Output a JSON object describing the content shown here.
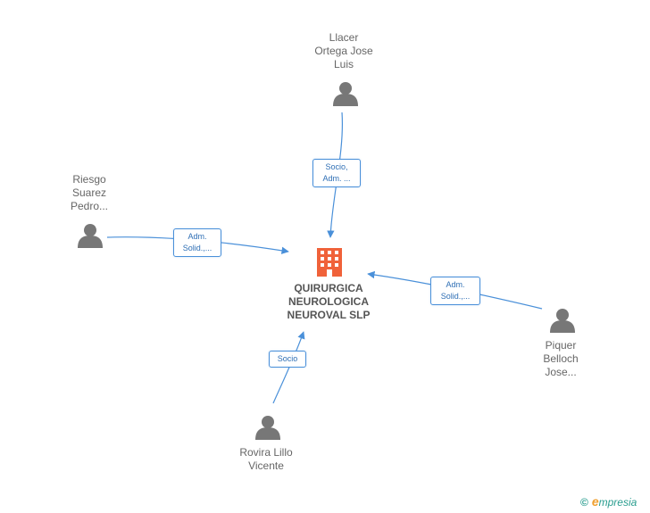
{
  "company": {
    "name": "QUIRURGICA\nNEUROLOGICA\nNEUROVAL SLP",
    "icon": "building-icon",
    "color": "#f0623a"
  },
  "people": [
    {
      "id": "llacer",
      "name": "Llacer\nOrtega Jose\nLuis",
      "icon": "person-icon"
    },
    {
      "id": "riesgo",
      "name": "Riesgo\nSuarez\nPedro...",
      "icon": "person-icon"
    },
    {
      "id": "piquer",
      "name": "Piquer\nBelloch\nJose...",
      "icon": "person-icon"
    },
    {
      "id": "rovira",
      "name": "Rovira Lillo\nVicente",
      "icon": "person-icon"
    }
  ],
  "relations": [
    {
      "from": "llacer",
      "label": "Socio,\nAdm. ..."
    },
    {
      "from": "riesgo",
      "label": "Adm.\nSolid.,..."
    },
    {
      "from": "piquer",
      "label": "Adm.\nSolid.,..."
    },
    {
      "from": "rovira",
      "label": "Socio"
    }
  ],
  "colors": {
    "edge": "#4a90d9",
    "person": "#777777"
  },
  "brand": {
    "copyright": "©",
    "e": "e",
    "name": "mpresia"
  }
}
